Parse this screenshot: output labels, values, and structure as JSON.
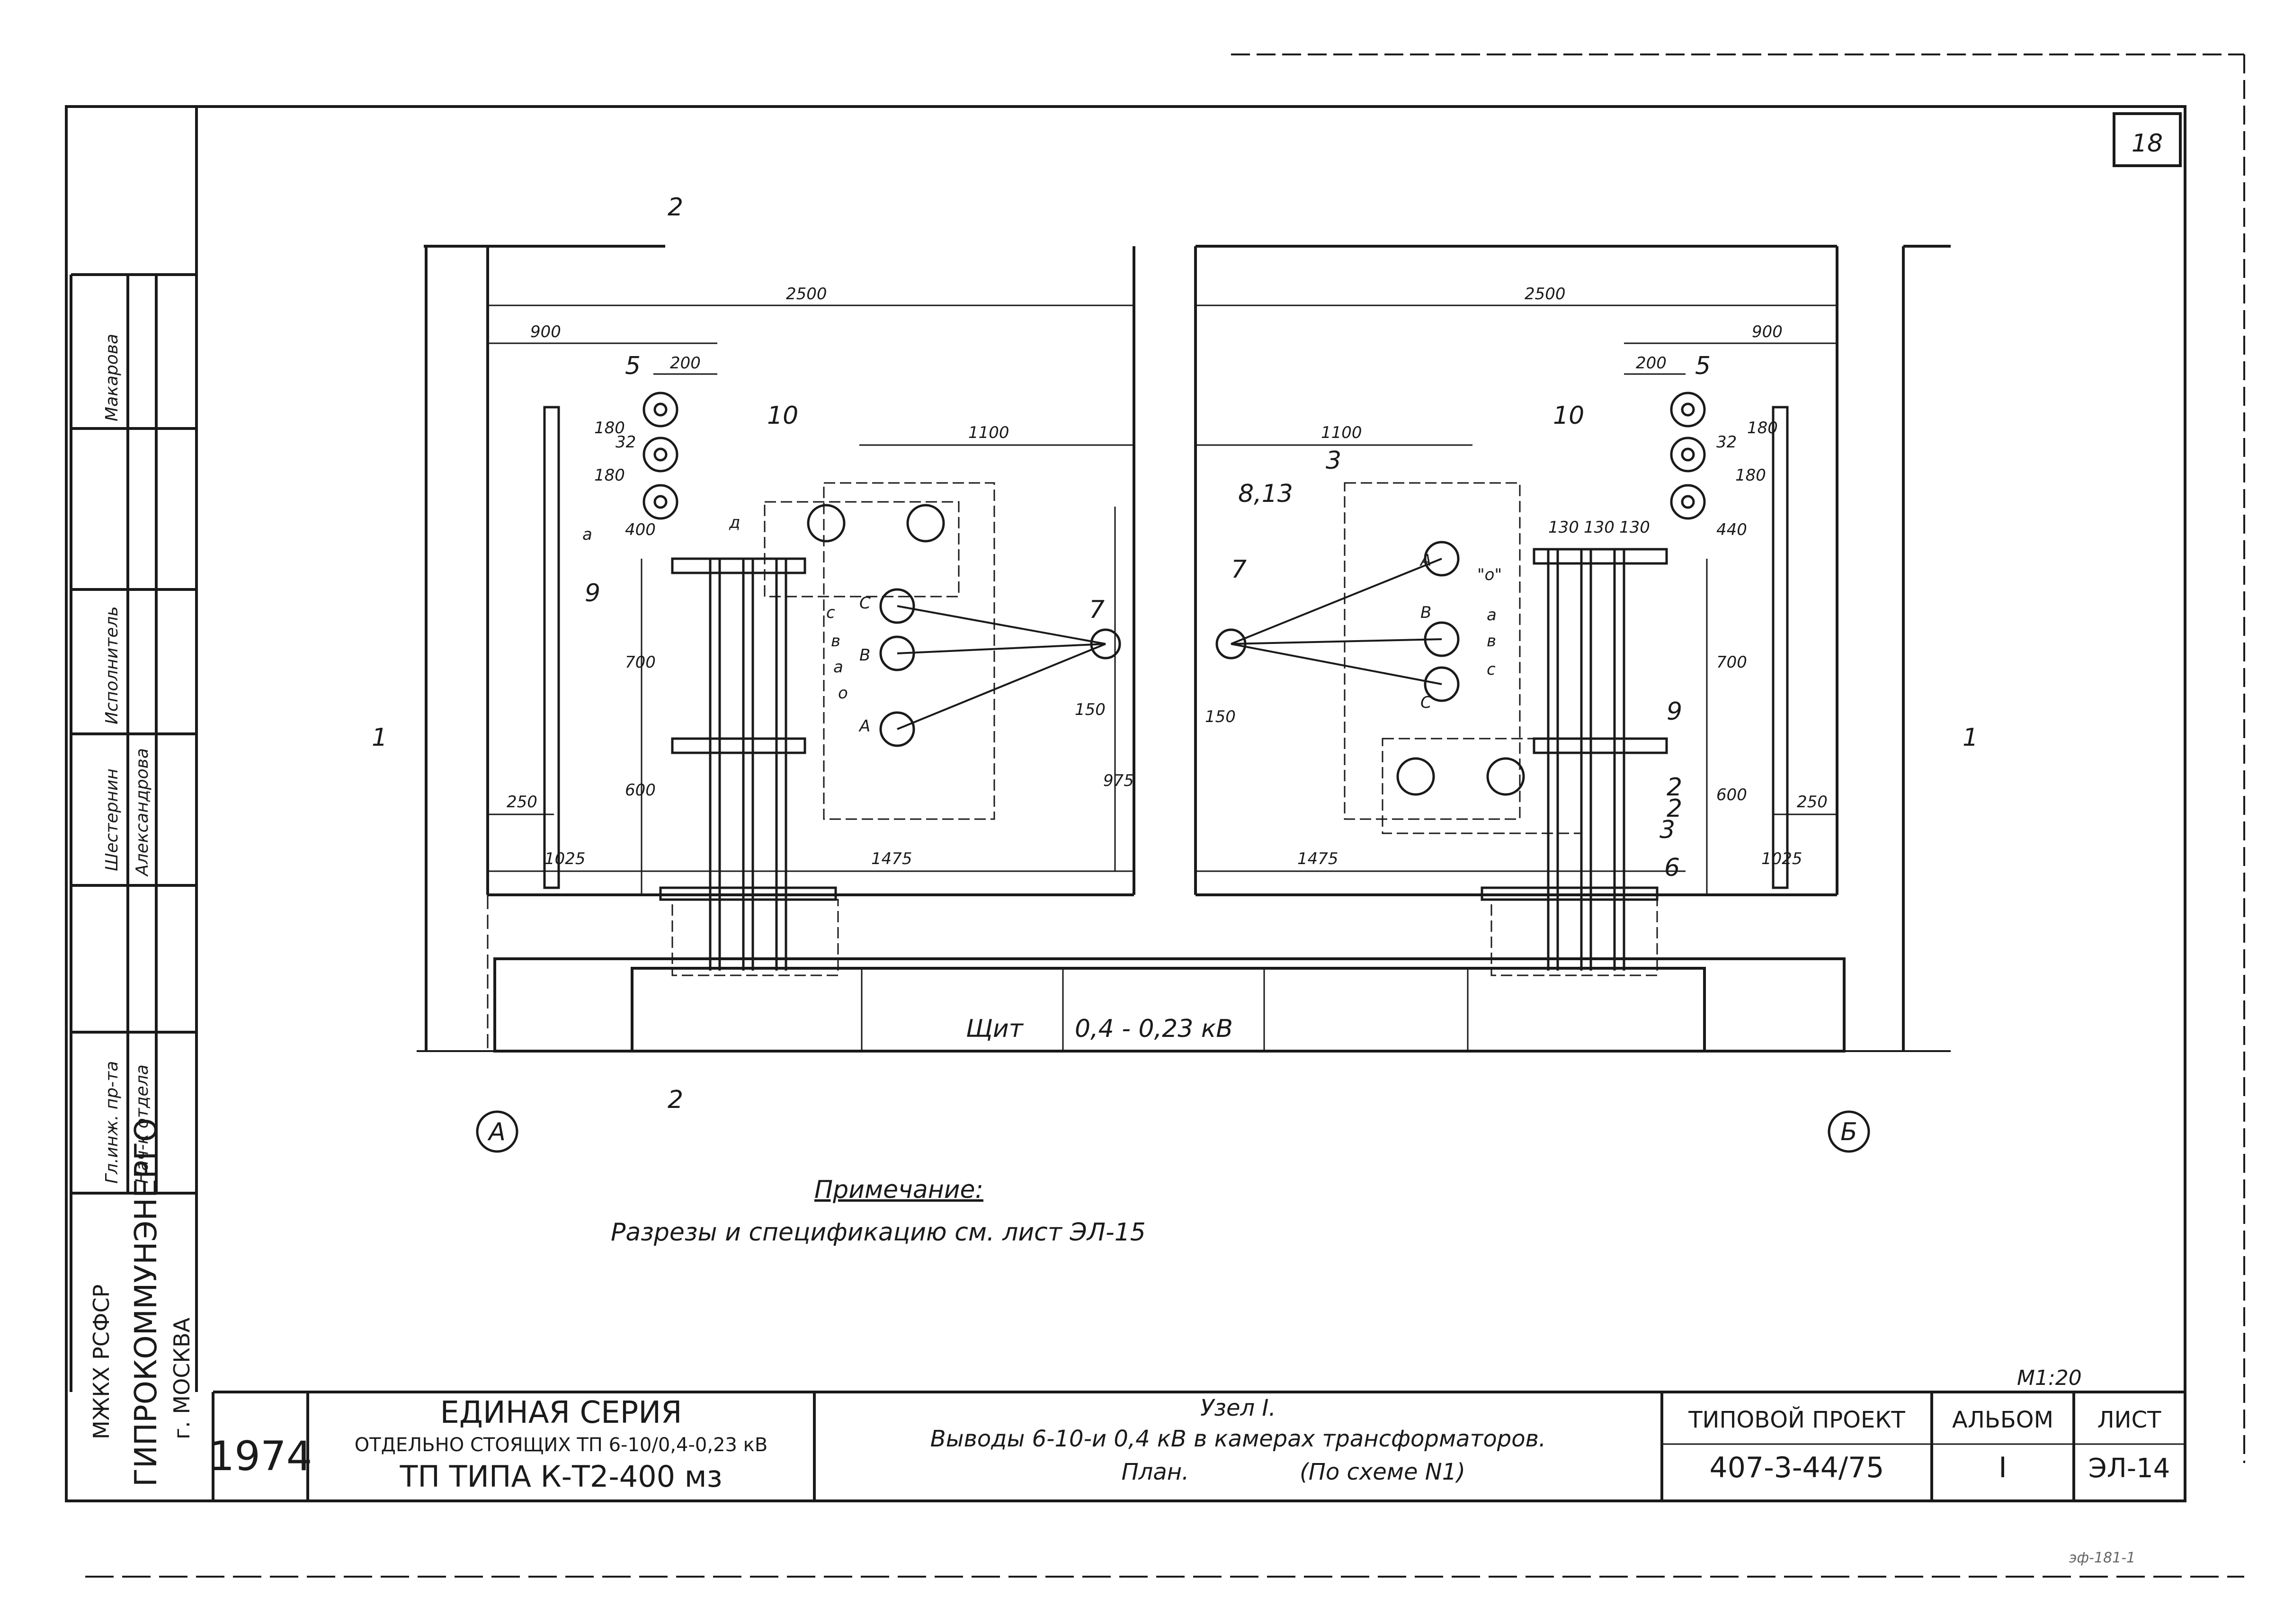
{
  "sheet_number": "18",
  "section_marks": {
    "top": "2",
    "bottom": "2",
    "left": "1",
    "right": "1"
  },
  "axes": {
    "left": "А",
    "right": "Б"
  },
  "left_room": {
    "dims": [
      "2500",
      "900",
      "200",
      "1100",
      "180",
      "32",
      "180",
      "400",
      "700",
      "600",
      "150",
      "975",
      "250",
      "1025",
      "1475"
    ],
    "labels": [
      "5",
      "10",
      "9",
      "7"
    ],
    "view_marks": [
      "а",
      "д"
    ],
    "phases": [
      "С",
      "В",
      "А",
      "с",
      "в",
      "а",
      "о"
    ]
  },
  "right_room": {
    "dims": [
      "2500",
      "900",
      "200",
      "1100",
      "32",
      "180",
      "180",
      "440",
      "130",
      "130",
      "130",
      "700",
      "600",
      "150",
      "250",
      "1025",
      "1475"
    ],
    "labels": [
      "5",
      "10",
      "3",
      "8,13",
      "7",
      "9",
      "2",
      "2",
      "3",
      "6"
    ],
    "phases": [
      "А",
      "В",
      "С",
      "\"о\"",
      "а",
      "в",
      "с"
    ]
  },
  "panel_label": "Щит",
  "panel_voltage": "0,4 - 0,23 кВ",
  "note_title": "Примечание:",
  "note_text": "Разрезы  и  спецификацию  см. лист ЭЛ-15",
  "scale": "М1:20",
  "side_block": {
    "org": "МЖКХ РСФСР",
    "institute": "ГИПРОКОММУНЭНЕРГО",
    "city": "г. МОСКВА",
    "roles": [
      "Гл.инж. пр-та",
      "Нач-к отдела",
      "Исполнитель"
    ],
    "names": [
      "Шестернин",
      "Александрова",
      "Макарова"
    ]
  },
  "title_block": {
    "year": "1974",
    "series": "ЕДИНАЯ  СЕРИЯ",
    "series_sub": "ОТДЕЛЬНО СТОЯЩИХ  ТП 6-10/0,4-0,23 кВ",
    "tp_type": "ТП ТИПА К-Т2-400 мз",
    "node": "Узел  I.",
    "desc": "Выводы  6-10-и 0,4 кВ  в  камерах  трансформаторов.",
    "plan": "План.",
    "scheme": "(По  схеме  N1)",
    "project_label": "ТИПОВОЙ  ПРОЕКТ",
    "project_no": "407-3-44/75",
    "album_label": "АЛЬБОМ",
    "album_no": "I",
    "sheet_label": "ЛИСТ",
    "sheet_no": "ЭЛ-14"
  },
  "corner_mark": "эф-181-1"
}
